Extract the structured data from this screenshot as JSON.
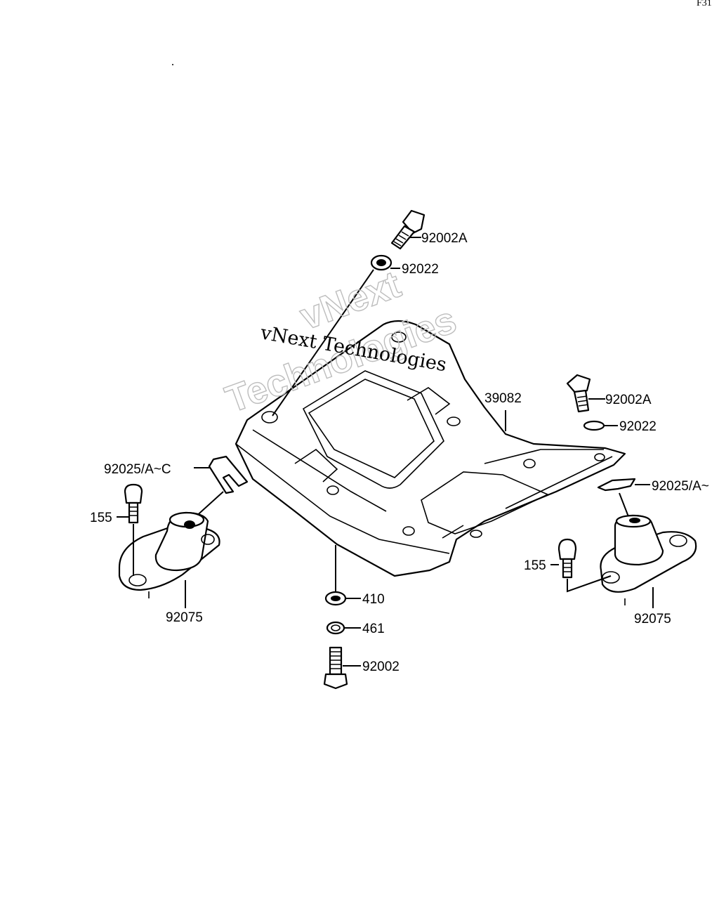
{
  "corner_text": "F31",
  "watermark": {
    "serif_text": "vNext Technologies",
    "outline_line1": "vNext",
    "outline_line2": "Technologies"
  },
  "labels": {
    "bolt_top": "92002A",
    "washer_top": "92022",
    "plate": "39082",
    "bolt_right": "92002A",
    "washer_right": "92022",
    "clip_left": "92025/A~C",
    "clip_right": "92025/A~",
    "bolt_small_left": "155",
    "bolt_small_right": "155",
    "mount_left": "92075",
    "mount_right": "92075",
    "washer_410": "410",
    "washer_461": "461",
    "bolt_bottom": "92002"
  }
}
